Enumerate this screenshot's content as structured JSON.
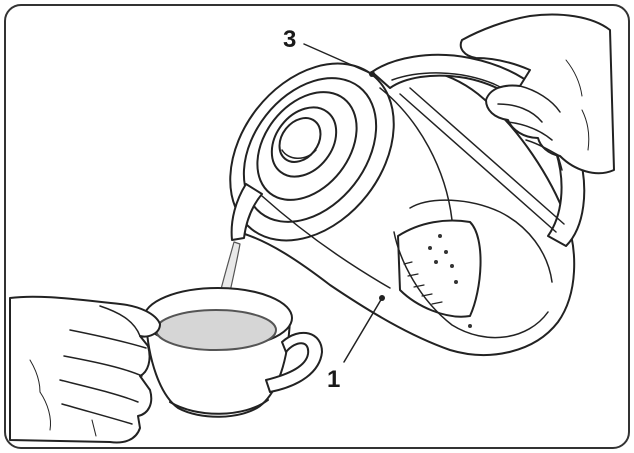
{
  "callouts": [
    {
      "label": "3",
      "part": "lid"
    },
    {
      "label": "1",
      "part": "kettle body"
    }
  ]
}
